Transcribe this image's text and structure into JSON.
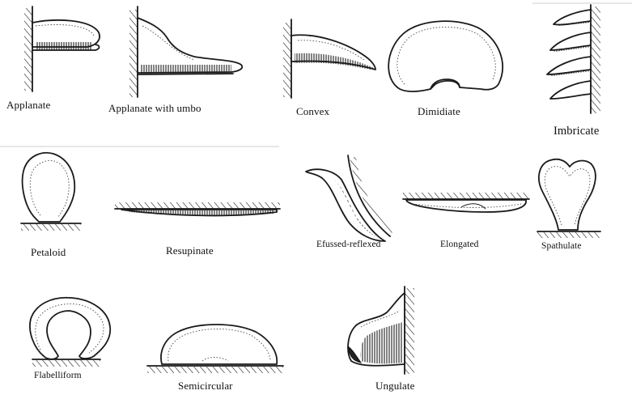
{
  "figure": {
    "labels": {
      "applanate": "Applanate",
      "applanate_umbo": "Applanate with umbo",
      "convex": "Convex",
      "dimidiate": "Dimidiate",
      "imbricate": "Imbricate",
      "petaloid": "Petaloid",
      "resupinate": "Resupinate",
      "efussed_reflexed": "Efussed-reflexed",
      "elongated": "Elongated",
      "spathulate": "Spathulate",
      "flabelliform": "Flabelliform",
      "semicircular": "Semicircular",
      "ungulate": "Ungulate"
    }
  }
}
